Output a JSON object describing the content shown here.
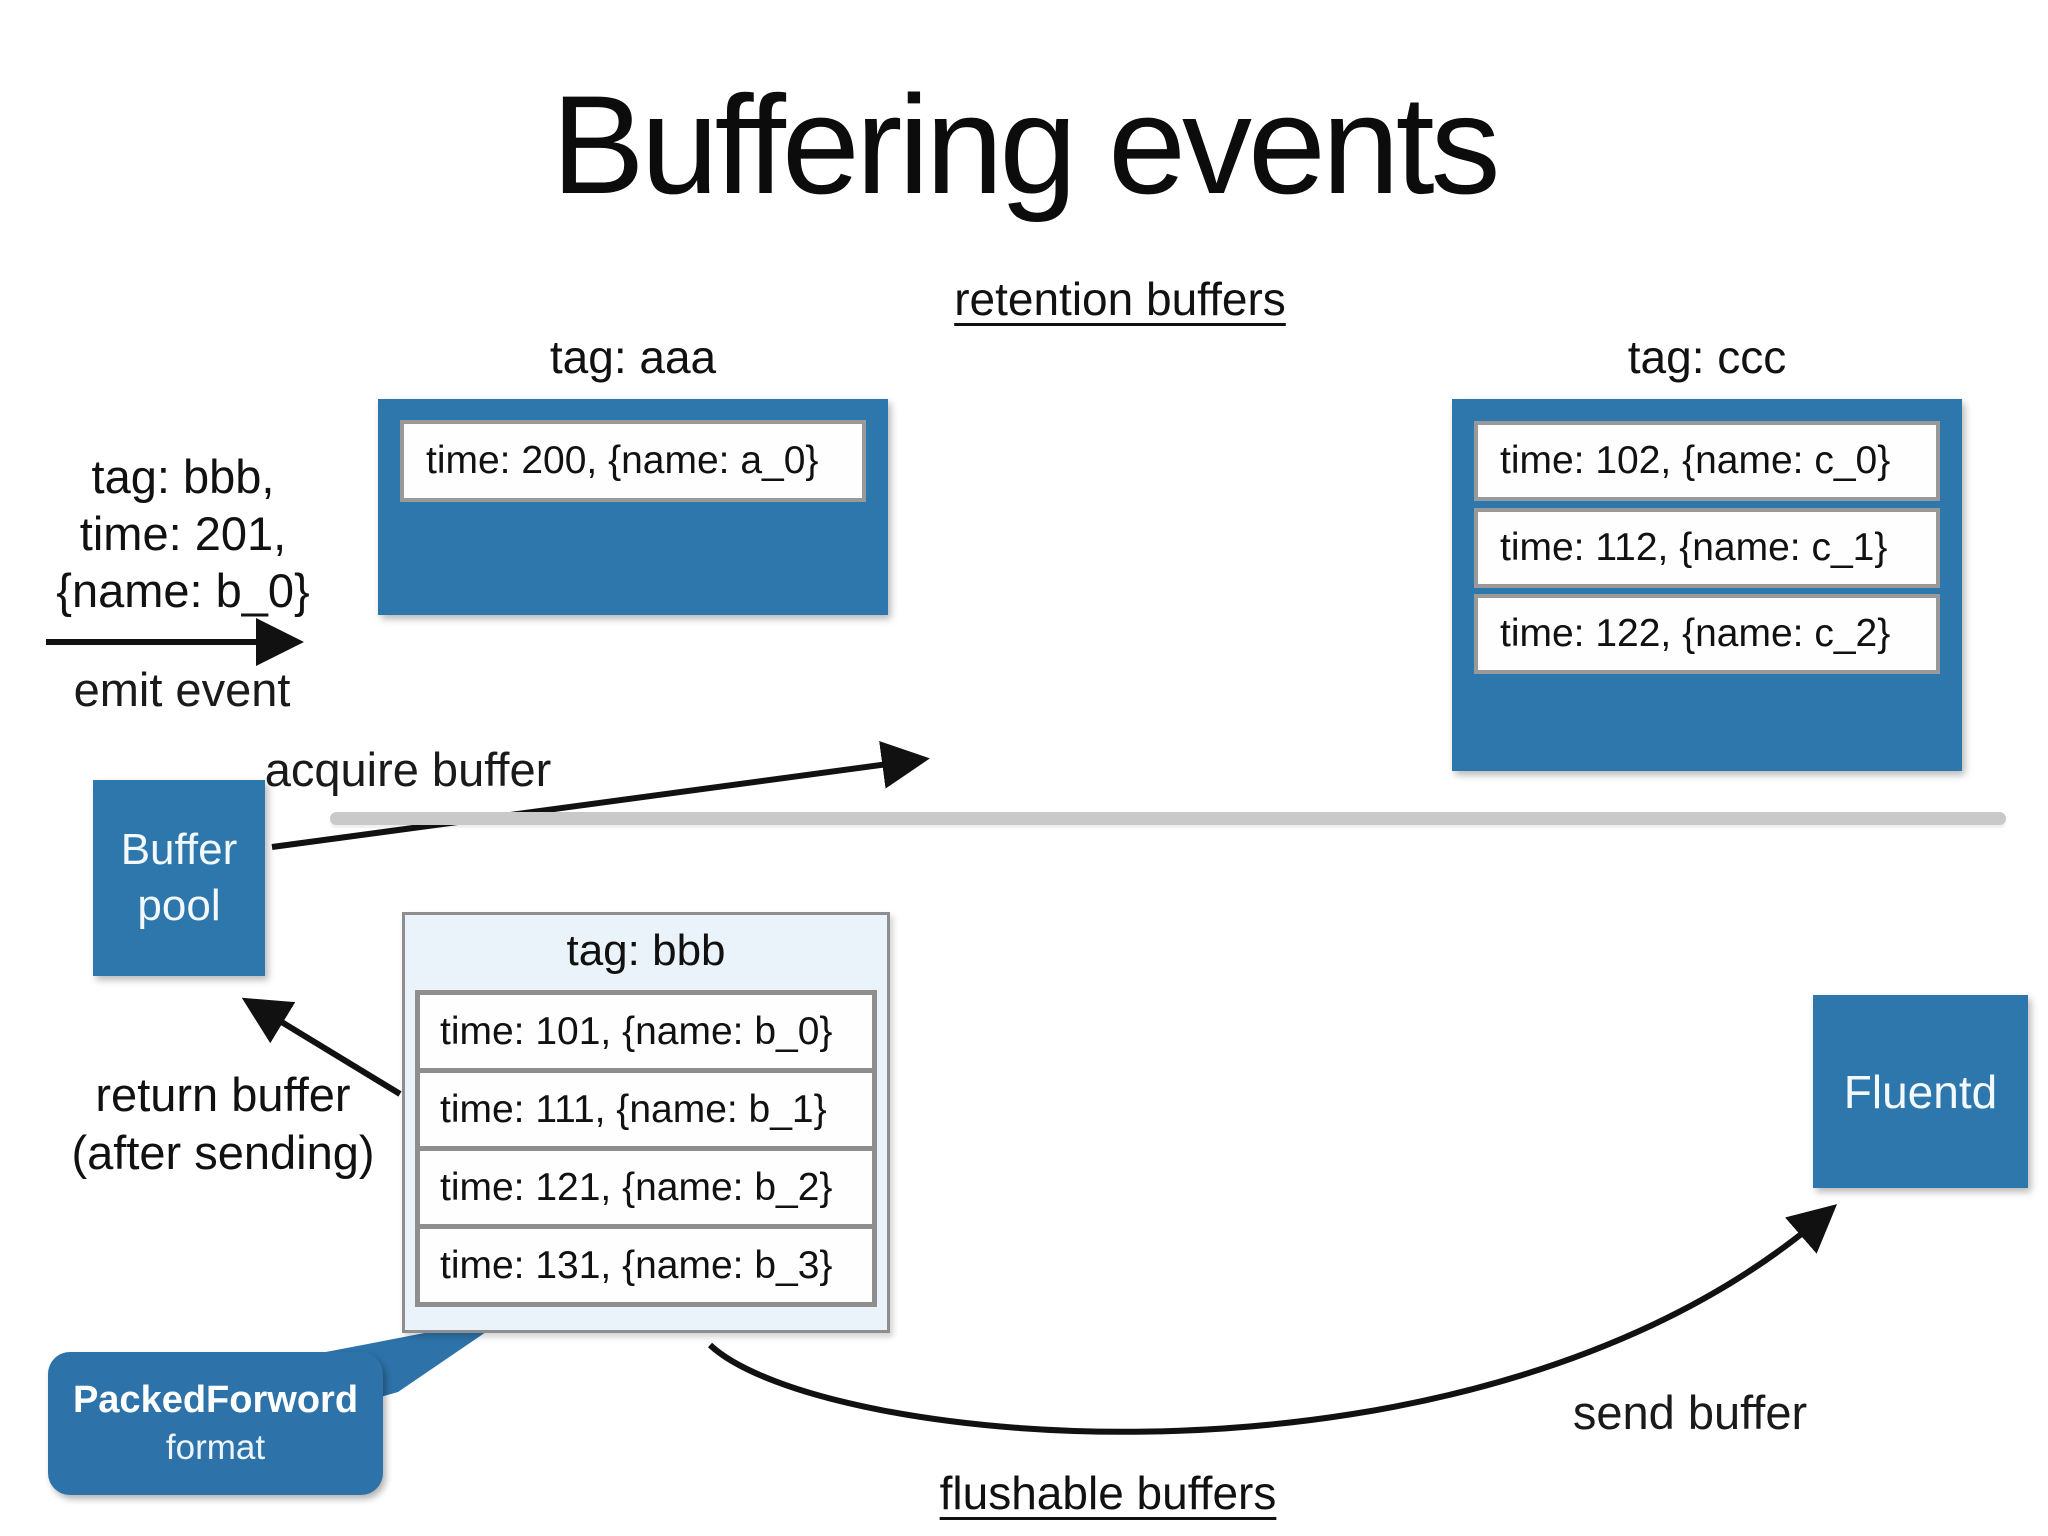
{
  "title": "Buffering events",
  "labels": {
    "retention": "retention buffers",
    "flushable": "flushable buffers",
    "acquire": "acquire buffer",
    "send": "send buffer",
    "emit": "emit event",
    "return_line1": "return buffer",
    "return_line2": "(after sending)"
  },
  "emit_event_payload": {
    "line1": "tag: bbb,",
    "line2": "time: 201,",
    "line3": "{name: b_0}"
  },
  "buffer_pool": {
    "line1": "Buffer",
    "line2": "pool"
  },
  "fluentd": {
    "label": "Fluentd"
  },
  "callout": {
    "title": "PackedForword",
    "subtitle": "format"
  },
  "buffers": {
    "aaa": {
      "label": "tag: aaa",
      "rows": [
        "time: 200, {name: a_0}"
      ]
    },
    "ccc": {
      "label": "tag: ccc",
      "rows": [
        "time: 102, {name: c_0}",
        "time: 112, {name: c_1}",
        "time: 122, {name: c_2}"
      ]
    },
    "bbb": {
      "label": "tag: bbb",
      "rows": [
        "time: 101, {name: b_0}",
        "time: 111, {name: b_1}",
        "time: 121, {name: b_2}",
        "time: 131, {name: b_3}"
      ]
    }
  },
  "colors": {
    "box_blue": "#2e77ad",
    "callout_blue": "#2d73a9",
    "light_fill": "#e9f3f9",
    "frame_gray": "#8e8e8e",
    "divider_gray": "#c9c9c9",
    "row_border_gray": "#999999",
    "arrow_black": "#111111"
  }
}
